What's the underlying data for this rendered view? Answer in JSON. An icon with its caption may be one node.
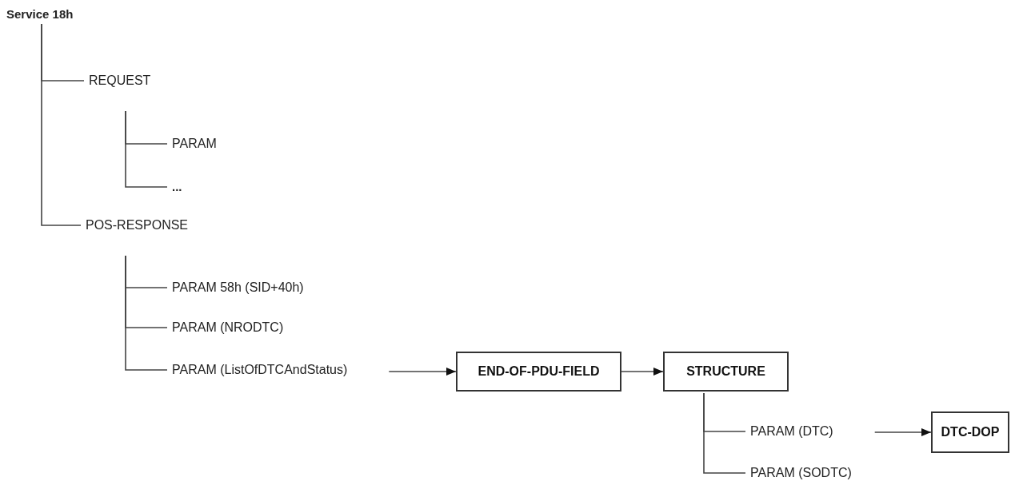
{
  "diagram": {
    "nodes": [
      {
        "text": [
          "Service 18h"
        ]
      },
      {
        "text": [
          "REQUEST"
        ]
      },
      {
        "text": [
          "PARAM"
        ]
      },
      {
        "text": [
          "..."
        ]
      },
      {
        "text": [
          "POS-RESPONSE"
        ]
      },
      {
        "text": [
          "PARAM 58h (SID+40h)"
        ]
      },
      {
        "text": [
          "PARAM (NRODTC)"
        ]
      },
      {
        "text": [
          "PARAM (ListOfDTCAndStatus)"
        ]
      },
      {
        "text": [
          "END-OF-PDU-FIELD"
        ]
      },
      {
        "text": [
          "STRUCTURE"
        ]
      },
      {
        "text": [
          "PARAM (DTC)"
        ]
      },
      {
        "text": [
          "PARAM (SODTC)"
        ]
      },
      {
        "text": [
          "DTC-DOP"
        ]
      }
    ],
    "edges": [
      {
        "from": 0,
        "to": 1,
        "arrow": "none"
      },
      {
        "from": 0,
        "to": 4,
        "arrow": "none"
      },
      {
        "from": 1,
        "to": 2,
        "arrow": "none"
      },
      {
        "from": 1,
        "to": 3,
        "arrow": "none"
      },
      {
        "from": 4,
        "to": 5,
        "arrow": "none"
      },
      {
        "from": 4,
        "to": 6,
        "arrow": "none"
      },
      {
        "from": 4,
        "to": 7,
        "arrow": "none"
      },
      {
        "from": 7,
        "to": 8,
        "arrow": "to"
      },
      {
        "from": 8,
        "to": 9,
        "arrow": "to"
      },
      {
        "from": 9,
        "to": 10,
        "arrow": "none"
      },
      {
        "from": 9,
        "to": 11,
        "arrow": "none"
      },
      {
        "from": 10,
        "to": 12,
        "arrow": "to"
      }
    ]
  }
}
